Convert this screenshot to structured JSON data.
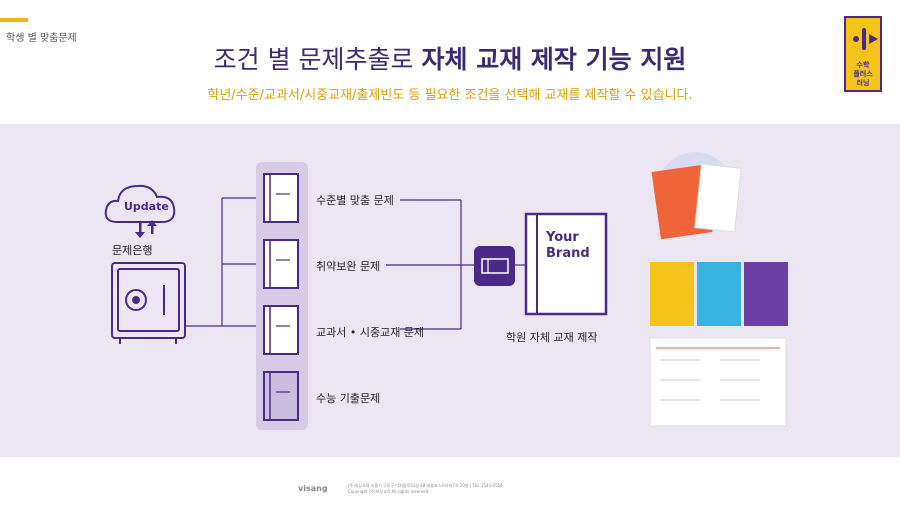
{
  "header": {
    "section_label": "학생 별 맞춤문제",
    "title_part1": "조건 별 문제추출로 ",
    "title_part2": "자체 교재 제작 기능 지원",
    "subtitle": "학년/수준/교과서/시중교재/출제빈도 등 필요한 조건을 선택해 교재를 제작할 수 있습니다.",
    "logo_lines": [
      "수학",
      "플러스",
      "러닝"
    ]
  },
  "diagram": {
    "cloud_label": "Update",
    "bank_label": "문제은행",
    "items": [
      {
        "label": "수준별 맞춤 문제"
      },
      {
        "label": "취약보완 문제"
      },
      {
        "label": "교과서 • 시중교재 문제"
      },
      {
        "label": "수능 기출문제"
      }
    ],
    "brand_book": "Your Brand",
    "output_label": "학원 자체 교재 제작"
  },
  "footer": {
    "logo": "visang",
    "line1": "(주)비상교육 서울시 구로구 디지털로33길 48 대륭포스트타워7차 20층 | TEL 1544-0554",
    "line2": "Copyright (주)비상교육 All rights reserved."
  },
  "colors": {
    "primary": "#4a2a86",
    "accent": "#f2b51a",
    "band": "#ece6f3",
    "subtitle": "#d6a100"
  }
}
